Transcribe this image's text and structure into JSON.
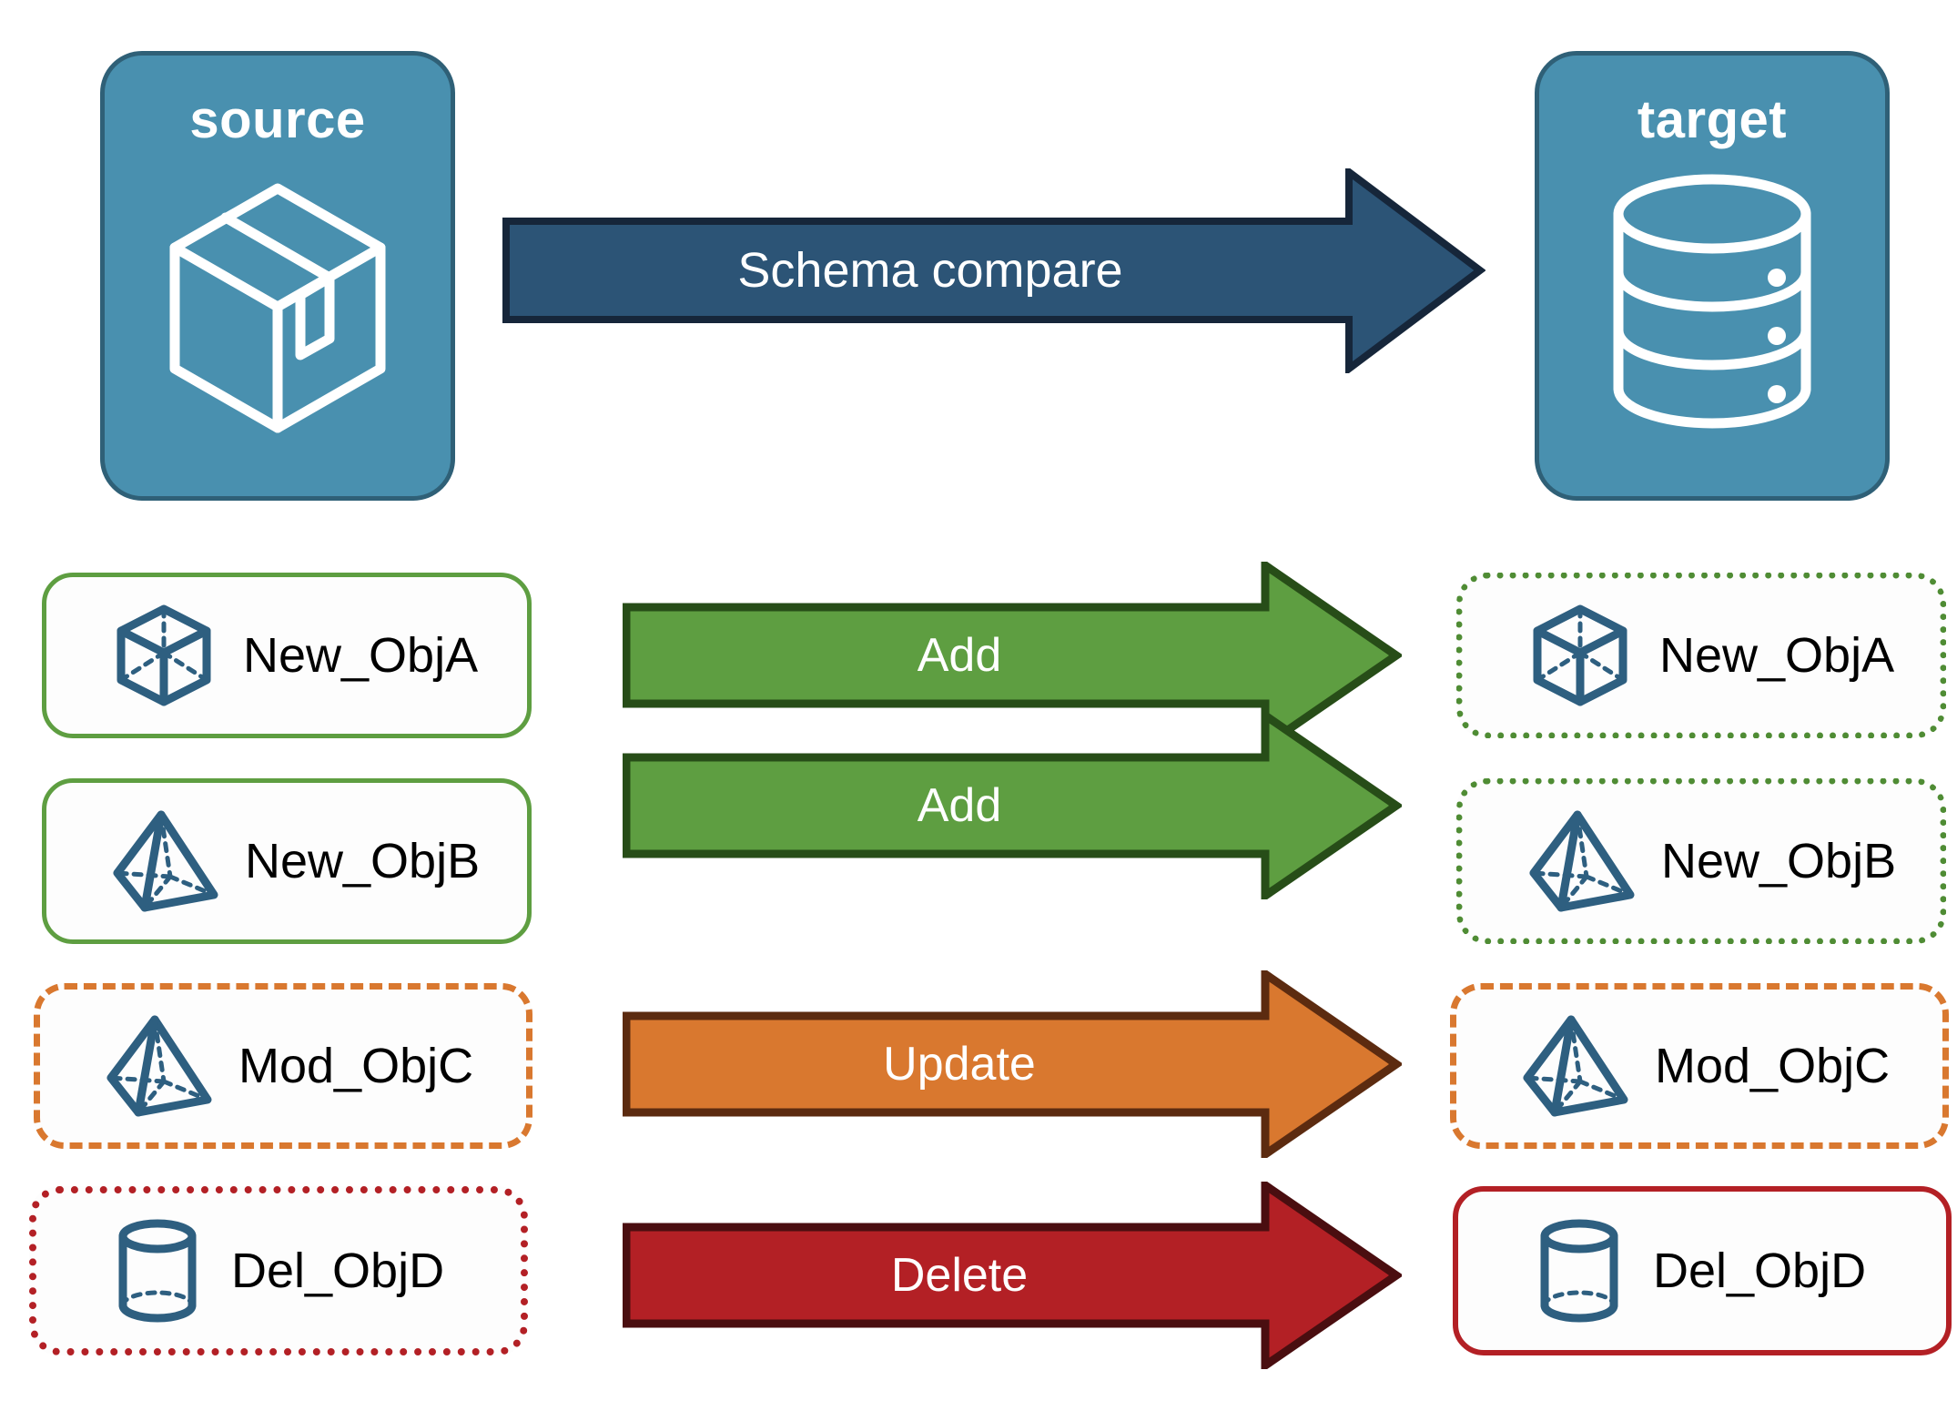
{
  "diagram": {
    "title": "Schema compare between source and target",
    "endpoints": [
      {
        "id": "source",
        "label": "source",
        "icon": "package-box-icon"
      },
      {
        "id": "target",
        "label": "target",
        "icon": "database-cylinder-icon"
      }
    ],
    "main_arrow": {
      "label": "Schema compare",
      "color": "#2C5476",
      "border": "#16263A"
    },
    "rows": [
      {
        "action": "Add",
        "arrow_color": "#5E9E41",
        "arrow_border": "#274D18",
        "source": {
          "label": "New_ObjA",
          "icon": "wireframe-cube-icon",
          "border_style": "solid",
          "border_color": "#5E9E41"
        },
        "target": {
          "label": "New_ObjA",
          "icon": "wireframe-cube-icon",
          "border_style": "dotted",
          "border_color": "#4F8C34"
        }
      },
      {
        "action": "Add",
        "arrow_color": "#5E9E41",
        "arrow_border": "#274D18",
        "source": {
          "label": "New_ObjB",
          "icon": "wireframe-pyramid-icon",
          "border_style": "solid",
          "border_color": "#5E9E41"
        },
        "target": {
          "label": "New_ObjB",
          "icon": "wireframe-pyramid-icon",
          "border_style": "dotted",
          "border_color": "#4F8C34"
        }
      },
      {
        "action": "Update",
        "arrow_color": "#D9782F",
        "arrow_border": "#5C2B10",
        "source": {
          "label": "Mod_ObjC",
          "icon": "wireframe-pyramid-icon",
          "border_style": "dashed",
          "border_color": "#D9782F"
        },
        "target": {
          "label": "Mod_ObjC",
          "icon": "wireframe-pyramid-icon",
          "border_style": "dashed",
          "border_color": "#D9782F"
        }
      },
      {
        "action": "Delete",
        "arrow_color": "#B32025",
        "arrow_border": "#4A0E10",
        "source": {
          "label": "Del_ObjD",
          "icon": "wireframe-cylinder-icon",
          "border_style": "dotted",
          "border_color": "#B32025"
        },
        "target": {
          "label": "Del_ObjD",
          "icon": "wireframe-cylinder-icon",
          "border_style": "solid",
          "border_color": "#B32025"
        }
      }
    ],
    "colors": {
      "card_fill": "#4990AF",
      "card_stroke": "#2F6077",
      "object_icon": "#2E5F80",
      "add": "#5E9E41",
      "update": "#D9782F",
      "delete": "#B32025",
      "compare": "#2C5476",
      "background": "#FFFFFF"
    }
  }
}
